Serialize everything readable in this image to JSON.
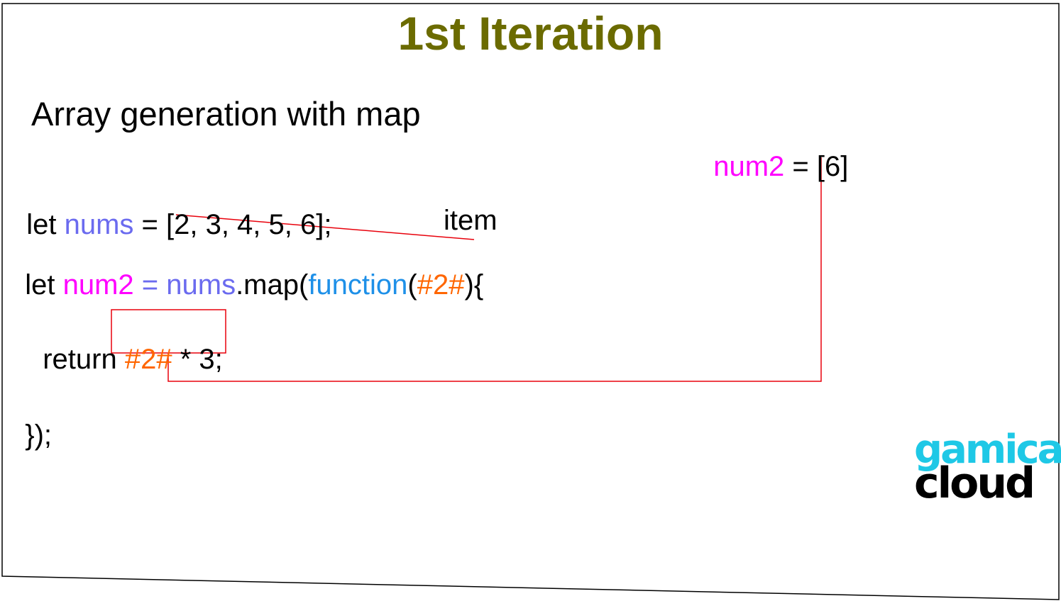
{
  "slide": {
    "title": "1st Iteration",
    "subtitle": "Array generation with map"
  },
  "code": {
    "line1": [
      {
        "text": "let ",
        "role": "keyword"
      },
      {
        "text": "nums",
        "role": "var-nums"
      },
      {
        "text": " = [",
        "role": "plain"
      },
      {
        "text": "2",
        "role": "plain"
      },
      {
        "text": ", 3, 4, 5, 6];",
        "role": "plain"
      }
    ],
    "line2": [
      {
        "text": "let ",
        "role": "keyword"
      },
      {
        "text": "num2",
        "role": "var-num2"
      },
      {
        "text": " = ",
        "role": "var-nums"
      },
      {
        "text": "nums",
        "role": "var-nums"
      },
      {
        "text": ".map(",
        "role": "plain"
      },
      {
        "text": "function",
        "role": "function"
      },
      {
        "text": "(",
        "role": "plain"
      },
      {
        "text": "#2#",
        "role": "param"
      },
      {
        "text": "){",
        "role": "plain"
      }
    ],
    "line3": [
      {
        "text": "return ",
        "role": "keyword"
      },
      {
        "text": "#2#",
        "role": "param"
      },
      {
        "text": " * 3;",
        "role": "plain"
      }
    ],
    "line4": [
      {
        "text": "});",
        "role": "plain"
      }
    ]
  },
  "annotations": {
    "item_label": "item",
    "result": [
      {
        "text": "num2",
        "role": "var-num2"
      },
      {
        "text": " = [",
        "role": "plain"
      },
      {
        "text": "6",
        "role": "plain"
      },
      {
        "text": "]",
        "role": "plain"
      }
    ]
  },
  "logo": {
    "top": "gamica",
    "bottom": "cloud"
  },
  "colors": {
    "title": "#6b6b00",
    "plain": "#000000",
    "keyword": "#000000",
    "var-nums": "#6b6bef",
    "var-num2": "#ff00ff",
    "function": "#1e90e8",
    "param": "#ff6600",
    "connector": "#e8000b",
    "frame": "#000000",
    "logo_top": "#1ec8e6",
    "logo_bottom": "#000000"
  }
}
